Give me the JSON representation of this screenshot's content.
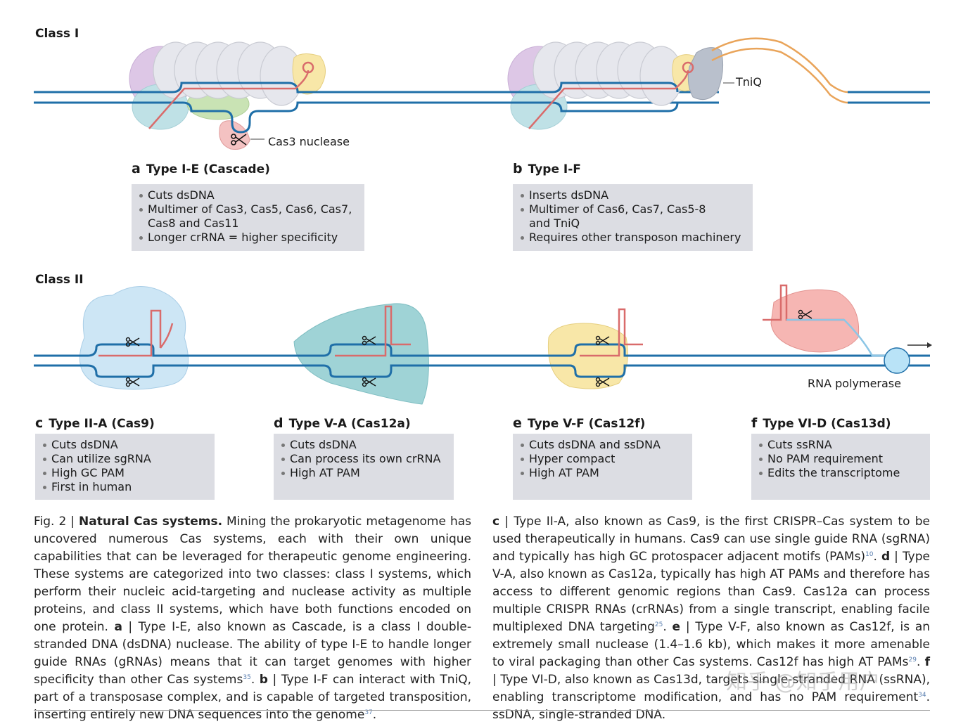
{
  "class_labels": {
    "class1": "Class I",
    "class2": "Class II"
  },
  "diagram_labels": {
    "cas3": "Cas3 nuclease",
    "tniq": "TniQ",
    "rnap": "RNA polymerase"
  },
  "panels": [
    {
      "letter": "a",
      "title": "Type I-E (Cascade)",
      "items": [
        "Cuts dsDNA",
        "Multimer of Cas3, Cas5, Cas6, Cas7,",
        "Cas8 and Cas11",
        "Longer crRNA = higher specificity"
      ]
    },
    {
      "letter": "b",
      "title": "Type I-F",
      "items": [
        "Inserts dsDNA",
        "Multimer of Cas6, Cas7, Cas5-8",
        "and TniQ",
        "Requires other transposon machinery"
      ]
    },
    {
      "letter": "c",
      "title": "Type II-A (Cas9)",
      "items": [
        "Cuts dsDNA",
        "Can utilize sgRNA",
        "High GC PAM",
        "First in human"
      ]
    },
    {
      "letter": "d",
      "title": "Type V-A (Cas12a)",
      "items": [
        "Cuts dsDNA",
        "Can process its own crRNA",
        "High AT PAM"
      ]
    },
    {
      "letter": "e",
      "title": "Type V-F (Cas12f)",
      "items": [
        "Cuts dsDNA and ssDNA",
        "Hyper compact",
        "High AT PAM"
      ]
    },
    {
      "letter": "f",
      "title": "Type VI-D (Cas13d)",
      "items": [
        "Cuts ssRNA",
        "No PAM requirement",
        "Edits the transcriptome"
      ]
    }
  ],
  "caption": {
    "fig": "Fig. 2 | ",
    "heading": "Natural Cas systems.",
    "left_1": " Mining the prokaryotic metagenome has uncovered numerous Cas systems, each with their own unique capabilities that can be leveraged for therapeutic genome engineering. These systems are categorized into two classes: class I systems, which perform their nucleic acid-targeting and nuclease activity as multiple proteins, and class II systems, which have both functions encoded on one protein. ",
    "left_a": "a",
    "left_2": " | Type I-E, also known as Cascade, is a class I double-stranded DNA (dsDNA) nuclease. The ability of type I-E to handle longer guide RNAs (gRNAs) means that it can target genomes with higher specificity than other Cas systems",
    "ref_35": "35",
    "left_3": ". ",
    "left_b": "b",
    "left_4": " | Type I-F can interact with TniQ, part of a transposase complex, and is capable of targeted transposition, inserting entirely new DNA sequences into the genome",
    "ref_37": "37",
    "left_5": ".",
    "right_c": "c",
    "right_1": " | Type II-A, also known as Cas9, is the first CRISPR–Cas system to be used therapeutically in humans. Cas9 can use single guide RNA (sgRNA) and typically has high GC protospacer adjacent motifs (PAMs)",
    "ref_10": "10",
    "right_2": ". ",
    "right_d": "d",
    "right_3": " | Type V-A, also known as Cas12a, typically has high AT PAMs and therefore has access to different genomic regions than Cas9. Cas12a can process multiple CRISPR RNAs (crRNAs) from a single transcript, enabling facile multiplexed DNA targeting",
    "ref_25": "25",
    "right_4": ". ",
    "right_e": "e",
    "right_5": " | Type V-F, also known as Cas12f, is an extremely small nuclease (1.4–1.6 kb), which makes it more amenable to viral packaging than other Cas systems. Cas12f has high AT PAMs",
    "ref_29": "29",
    "right_6": ". ",
    "right_f": "f",
    "right_7": " | Type VI-D, also known as Cas13d, targets single-stranded RNA (ssRNA), enabling transcriptome modification, and has no PAM requirement",
    "ref_34": "34",
    "right_8": ". ssDNA, single-stranded DNA."
  },
  "watermark": "知乎 @知乎用户",
  "colors": {
    "dna": "#1f6fa8",
    "rna": "#d96b6b",
    "cas_gray": "#e6e7ed",
    "cas_purple": "#ddc7e6",
    "cas_teal": "#bfe1e6",
    "cas_green": "#c9e3b4",
    "cas_yellow": "#f8e7a8",
    "cas_pink": "#f4c2c2",
    "cas9_blue": "#cde6f5",
    "cas12a_teal": "#9fd3d6",
    "cas13_red": "#f6b6b3",
    "tniq": "#b9c0cc",
    "transposon": "#e9a45a",
    "rnap_blue": "#b9e3f7",
    "box_bg": "#dcdde3"
  }
}
